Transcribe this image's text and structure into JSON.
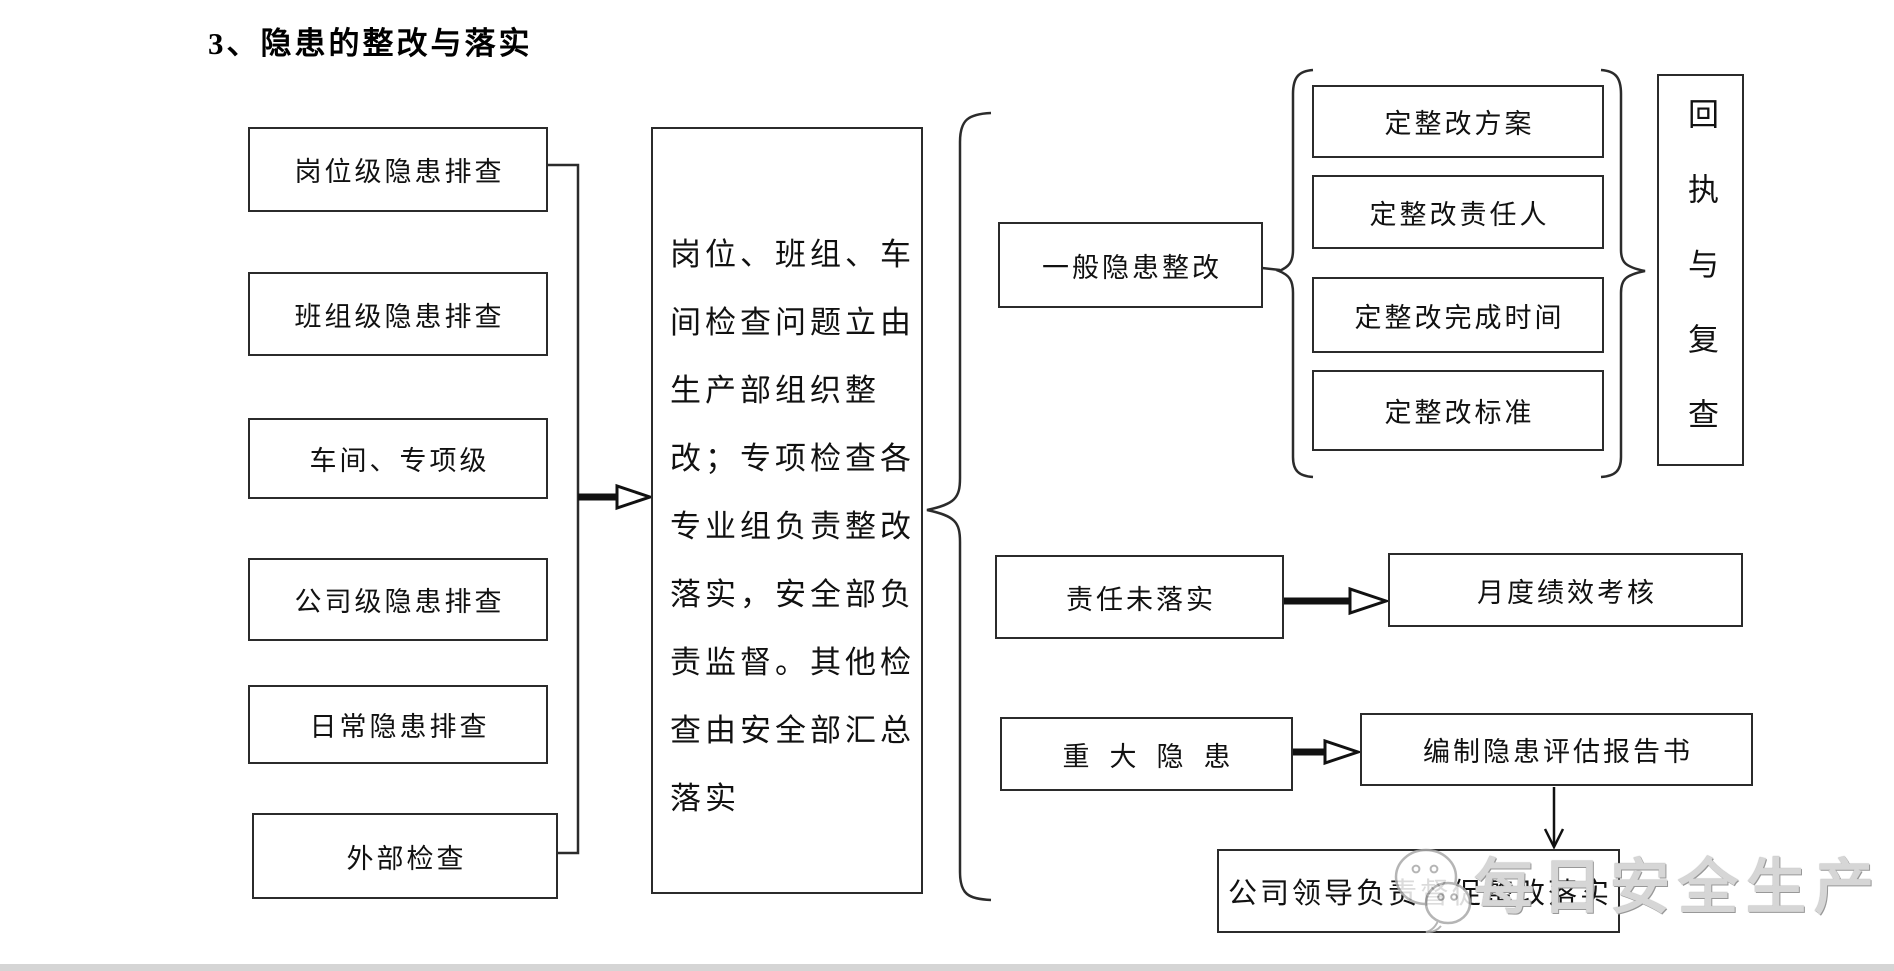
{
  "page": {
    "title": "3、隐患的整改与落实"
  },
  "left_column": {
    "boxes": [
      {
        "label": "岗位级隐患排查"
      },
      {
        "label": "班组级隐患排查"
      },
      {
        "label": "车间、专项级"
      },
      {
        "label": "公司级隐患排查"
      },
      {
        "label": "日常隐患排查"
      },
      {
        "label": "外部检查"
      }
    ]
  },
  "process_box": {
    "lines": [
      "岗位、班组、车",
      "间检查问题立由",
      "生产部组织整",
      "改；专项检查各",
      "专业组负责整改",
      "落实，安全部负",
      "责监督。其他检",
      "查由安全部汇总",
      "落实"
    ]
  },
  "general_branch": {
    "box_label": "一般隐患整改",
    "measures": [
      {
        "label": "定整改方案"
      },
      {
        "label": "定整改责任人"
      },
      {
        "label": "定整改完成时间"
      },
      {
        "label": "定整改标准"
      }
    ],
    "outcome_label": "回执与复查"
  },
  "responsibility_branch": {
    "box_label": "责任未落实",
    "outcome_label": "月度绩效考核"
  },
  "major_branch": {
    "box_label": "重大隐患",
    "outcome_label": "编制隐患评估报告书",
    "followup_label": "公司领导负责督促整改落实"
  },
  "watermark": {
    "text": "每日安全生产",
    "icon": "wechat-icon"
  },
  "colors": {
    "line": "#222222",
    "text": "#111111",
    "watermark_gray": "#d6d6d6",
    "background": "#ffffff"
  }
}
